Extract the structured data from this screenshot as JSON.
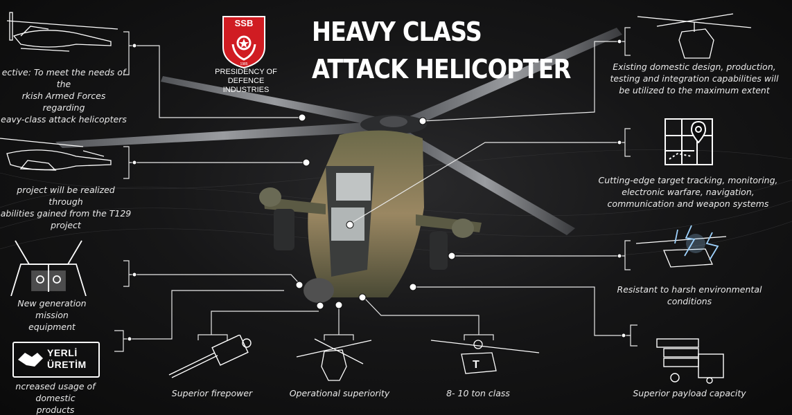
{
  "header": {
    "title_line1": "HEAVY CLASS",
    "title_line2": "ATTACK HELICOPTER",
    "logo_text": "SSB",
    "logo_year": "1985",
    "org_line1": "PRESIDENCY OF",
    "org_line2": "DEFENCE INDUSTRIES"
  },
  "left_captions": [
    {
      "lines": [
        "ective: To meet the needs of the",
        "rkish Armed Forces regarding",
        "eavy-class attack helicopters"
      ]
    },
    {
      "lines": [
        "project will be realized through",
        "abilities gained from the T129",
        "project"
      ]
    },
    {
      "lines": [
        "New generation mission",
        "equipment"
      ]
    },
    {
      "lines": [
        "ncreased usage of domestic",
        "products"
      ]
    }
  ],
  "right_captions": [
    {
      "lines": [
        "Existing domestic design, production,",
        "testing and integration capabilities will",
        "be utilized to the maximum extent"
      ]
    },
    {
      "lines": [
        "Cutting-edge target tracking, monitoring,",
        "electronic warfare, navigation,",
        "communication and weapon systems"
      ]
    },
    {
      "lines": [
        "Resistant to harsh environmental",
        "conditions"
      ]
    }
  ],
  "bottom_captions": [
    "Superior firepower",
    "Operational superiority",
    "8- 10 ton class",
    "Superior payload capacity"
  ],
  "badge": {
    "word1": "YERLİ",
    "word2": "ÜRETİM"
  },
  "icons": {
    "i1": "helicopter-side-icon",
    "i2": "helicopter-gunship-icon",
    "i3": "cockpit-icon",
    "i4": "domestic-production-icon",
    "i5": "rotor-helicopter-icon",
    "i6": "map-pin-icon",
    "i7": "lightning-helicopter-icon",
    "i8": "gatling-gun-icon",
    "i9": "helicopter-front-icon",
    "i10": "ton-helicopter-icon",
    "i11": "missile-launcher-icon"
  },
  "colors": {
    "background": "#111112",
    "logo_red": "#d01c22",
    "text": "#ffffff",
    "camo": "#8c7a55"
  }
}
